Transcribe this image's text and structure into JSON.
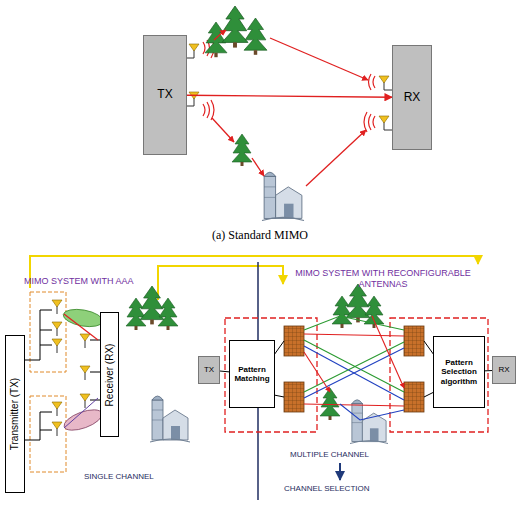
{
  "diagram": {
    "caption": "(a) Standard MIMO",
    "nodes": [
      {
        "text": [
          "TX"
        ]
      },
      {
        "text": [
          "RX"
        ]
      },
      {
        "text": [
          "Transmitter (TX)"
        ]
      },
      {
        "text": [
          "Receiver (RX)"
        ]
      },
      {
        "text": [
          "Pattern Matching"
        ]
      },
      {
        "text": [
          "TX"
        ]
      },
      {
        "text": [
          "Pattern Selection algorithm"
        ]
      },
      {
        "text": [
          "RX"
        ]
      }
    ],
    "edges": [
      {
        "from": 0,
        "to": 1,
        "arrow": "to"
      },
      {
        "from": 5,
        "to": 4,
        "arrow": "none"
      },
      {
        "from": 6,
        "to": 7,
        "arrow": "none"
      }
    ],
    "labels": [
      "MIMO SYSTEM WITH AAA",
      "MIMO SYSTEM WITH RECONFIGURABLE ANTENNAS",
      "SINGLE CHANNEL",
      "MULTIPLE CHANNEL",
      "CHANNEL SELECTION"
    ]
  }
}
